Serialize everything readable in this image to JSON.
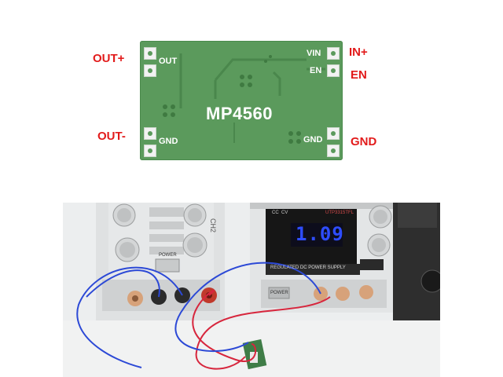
{
  "diagram": {
    "chip_label": "MP4560",
    "silkscreen": {
      "out": "OUT",
      "gnd_left": "GND",
      "vin": "VIN",
      "en": "EN",
      "gnd_right": "GND"
    },
    "labels": {
      "out_plus": "OUT+",
      "out_minus": "OUT-",
      "in_plus": "IN+",
      "en": "EN",
      "gnd": "GND"
    },
    "colors": {
      "label_red": "#e21b1b",
      "pcb_green": "#5b9a5c"
    }
  },
  "photo": {
    "left_supply": {
      "channel_label": "CH2",
      "power_label": "POWER"
    },
    "right_supply": {
      "display_value": "1.09",
      "panel_text": "REGULATED DC POWER SUPPLY",
      "model": "UTP3315TFL",
      "indicators": "CC  CV",
      "power_label": "POWER"
    }
  }
}
